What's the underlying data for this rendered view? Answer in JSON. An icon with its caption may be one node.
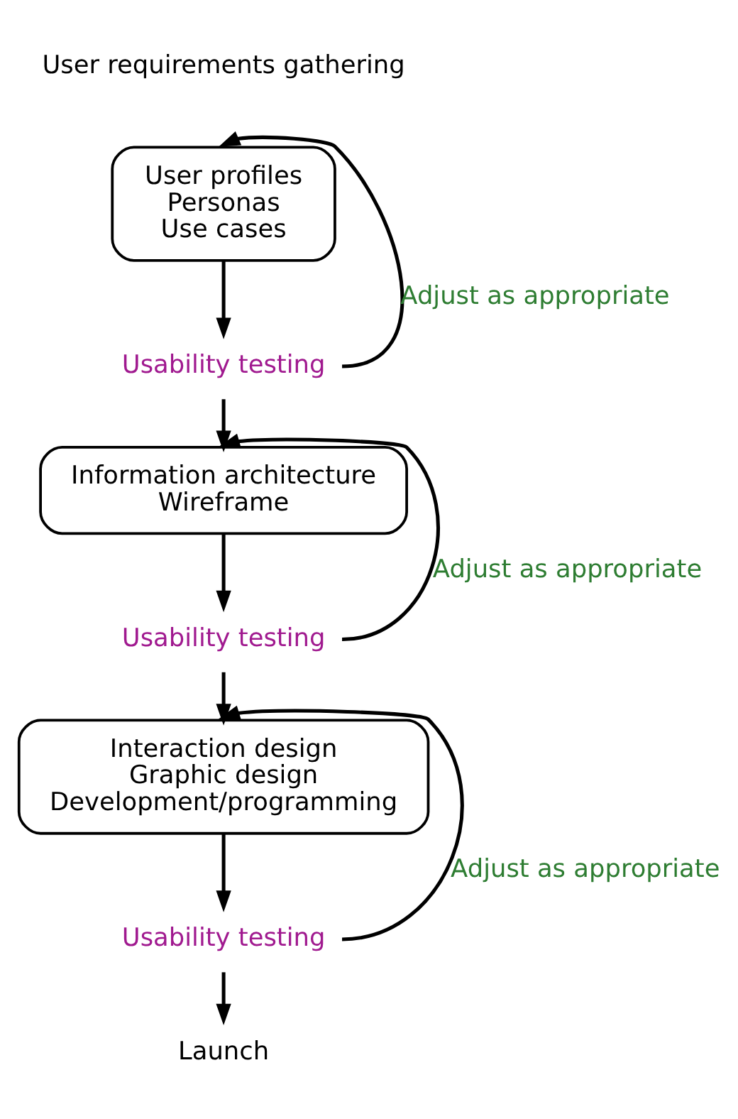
{
  "diagram": {
    "nodes": [
      {
        "text": [
          "User requirements gathering"
        ]
      },
      {
        "text": [
          "User profiles",
          "Personas",
          "Use cases"
        ]
      },
      {
        "text": [
          "Usability testing"
        ]
      },
      {
        "text": [
          "Information architecture",
          "Wireframe"
        ]
      },
      {
        "text": [
          "Usability testing"
        ]
      },
      {
        "text": [
          "Interaction design",
          "Graphic design",
          "Development/programming"
        ]
      },
      {
        "text": [
          "Usability testing"
        ]
      },
      {
        "text": [
          "Launch"
        ]
      }
    ],
    "edges": [
      {
        "from": 1,
        "to": 2,
        "arrow": "to"
      },
      {
        "from": 2,
        "to": 1,
        "arrow": "to",
        "label": "Adjust as appropriate"
      },
      {
        "from": 2,
        "to": 3,
        "arrow": "to"
      },
      {
        "from": 3,
        "to": 4,
        "arrow": "to"
      },
      {
        "from": 4,
        "to": 3,
        "arrow": "to",
        "label": "Adjust as appropriate"
      },
      {
        "from": 4,
        "to": 5,
        "arrow": "to"
      },
      {
        "from": 5,
        "to": 6,
        "arrow": "to"
      },
      {
        "from": 6,
        "to": 5,
        "arrow": "to",
        "label": "Adjust as appropriate"
      },
      {
        "from": 6,
        "to": 7,
        "arrow": "to"
      }
    ]
  }
}
